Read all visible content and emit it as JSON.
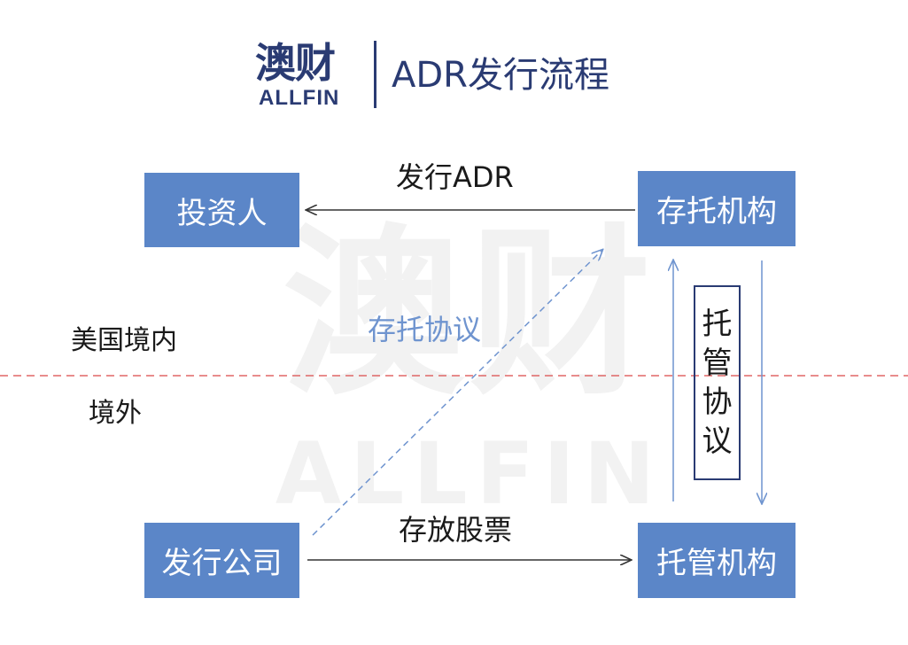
{
  "header": {
    "logo_cn": "澳财",
    "logo_en": "ALLFIN",
    "title": "ADR发行流程"
  },
  "watermark": {
    "cn": "澳财",
    "en": "ALLFIN"
  },
  "nodes": {
    "investor": "投资人",
    "depositary": "存托机构",
    "issuer": "发行公司",
    "custodian": "托管机构"
  },
  "labels": {
    "issue_adr": "发行ADR",
    "deposit_agreement": "存托协议",
    "deposit_shares": "存放股票",
    "custody_agreement": [
      "托",
      "管",
      "协",
      "议"
    ]
  },
  "regions": {
    "us_domestic": "美国境内",
    "overseas": "境外"
  },
  "colors": {
    "brand": "#2a3b73",
    "node_fill": "#5b86c8",
    "dashed_arrow": "#6f94cf",
    "divider": "#e06666",
    "arrow": "#333333"
  }
}
